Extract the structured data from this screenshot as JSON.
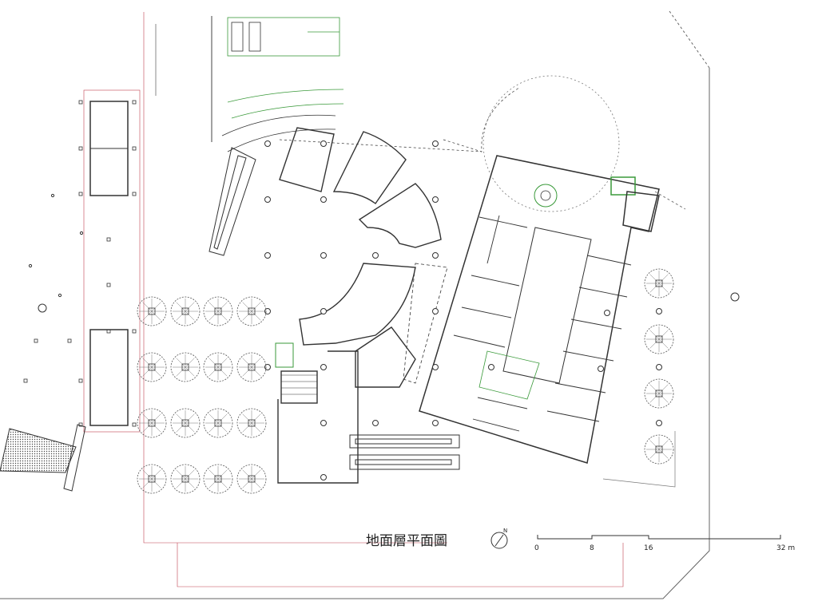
{
  "title": "地面層平面圖",
  "north_label": "N",
  "scale_bar": {
    "ticks": [
      "0",
      "8",
      "16",
      "32 m"
    ]
  },
  "colors": {
    "line": "#333333",
    "green": "#3a9a3a",
    "red": "#c04050",
    "grey": "#999999"
  }
}
